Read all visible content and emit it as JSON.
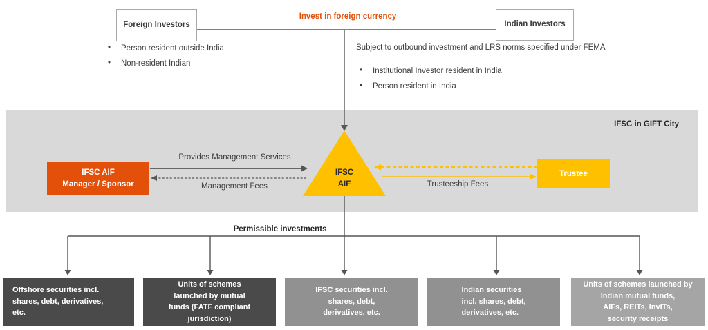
{
  "top": {
    "foreign_box_label": "Foreign Investors",
    "indian_box_label": "Indian Investors",
    "flow_label": "Invest in foreign currency",
    "foreign_bullets": [
      "Person resident outside India",
      "Non-resident Indian"
    ],
    "indian_note": "Subject to outbound investment and LRS norms specified under FEMA",
    "indian_bullets": [
      "Institutional Investor resident in India",
      "Person resident in India"
    ]
  },
  "ifsc_zone": {
    "zone_label": "IFSC in GIFT City",
    "manager_box_label": "IFSC AIF\nManager / Sponsor",
    "triangle_label": "IFSC\nAIF",
    "trustee_box_label": "Trustee",
    "management_services_label": "Provides Management Services",
    "management_fees_label": "Management Fees",
    "trusteeship_fees_label": "Trusteeship Fees"
  },
  "investments": {
    "section_label": "Permissible investments",
    "boxes": [
      {
        "label": "Offshore securities incl.\nshares, debt,  derivatives,\netc."
      },
      {
        "label": "Units of schemes\nlaunched by mutual\nfunds (FATF compliant\njurisdiction)"
      },
      {
        "label": "IFSC securities incl.\nshares, debt,\nderivatives, etc."
      },
      {
        "label": "Indian securities\nincl. shares, debt,\nderivatives, etc."
      },
      {
        "label": "Units of schemes launched  by\nIndian mutual funds,\nAIFs, REITs, InvITs,\nsecurity receipts"
      }
    ]
  },
  "colors": {
    "accent_orange": "#e2500a",
    "accent_gold": "#ffc000",
    "zone_gray": "#d9d9d9",
    "dark_box_gray": "#4a4a4a",
    "mid_box_gray": "#919191",
    "light_box_gray": "#a5a5a5",
    "connector_gray": "#555555"
  }
}
